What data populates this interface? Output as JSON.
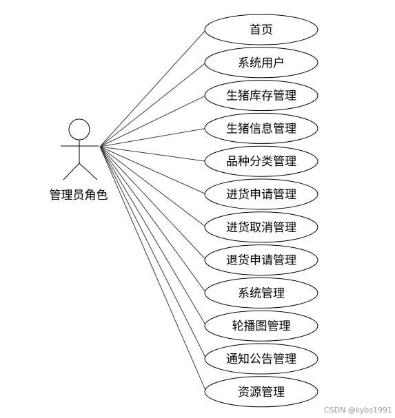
{
  "actor": {
    "label": "管理员角色"
  },
  "use_cases": [
    {
      "label": "首页"
    },
    {
      "label": "系统用户"
    },
    {
      "label": "生猪库存管理"
    },
    {
      "label": "生猪信息管理"
    },
    {
      "label": "品种分类管理"
    },
    {
      "label": "进货申请管理"
    },
    {
      "label": "进货取消管理"
    },
    {
      "label": "退货申请管理"
    },
    {
      "label": "系统管理"
    },
    {
      "label": "轮播图管理"
    },
    {
      "label": "通知公告管理"
    },
    {
      "label": "资源管理"
    }
  ],
  "watermark": "CSDN @kybs1991",
  "colors": {
    "stroke": "#000000",
    "ellipse_fill": "#ffffff",
    "line": "#3a3a3a"
  }
}
